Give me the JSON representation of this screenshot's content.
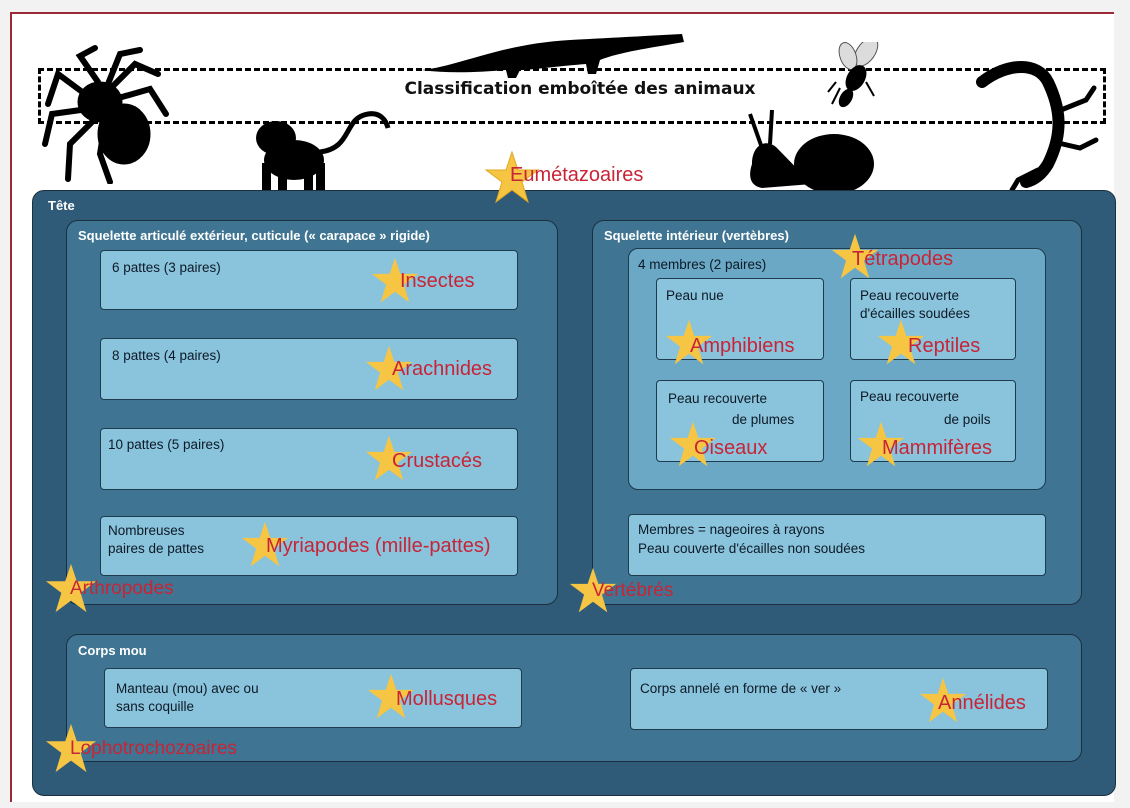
{
  "title": "Classification emboîtée des animaux",
  "groups": {
    "eumetazoaires": "Eumétazoaires",
    "tete": "Tête",
    "corps_mou": "Corps mou"
  },
  "arthropods": {
    "header": "Squelette articulé extérieur, cuticule (« carapace » rigide)",
    "taxon": "Arthropodes",
    "items": [
      {
        "desc": "6 pattes (3 paires)",
        "taxon": "Insectes"
      },
      {
        "desc": "8 pattes (4 paires)",
        "taxon": "Arachnides"
      },
      {
        "desc": "10 pattes (5 paires)",
        "taxon": "Crustacés"
      },
      {
        "desc_line1": "Nombreuses",
        "desc_line2": "paires de pattes",
        "taxon": "Myriapodes (mille-pattes)"
      }
    ]
  },
  "vertebrates": {
    "header": "Squelette intérieur (vertèbres)",
    "taxon": "Vertébrés",
    "tetrapods": {
      "header": "4 membres (2 paires)",
      "taxon": "Tétrapodes",
      "amphibiens": {
        "desc": "Peau nue",
        "taxon": "Amphibiens"
      },
      "reptiles": {
        "desc_line1": "Peau recouverte",
        "desc_line2": "d'écailles soudées",
        "taxon": "Reptiles"
      },
      "oiseaux": {
        "desc_line1": "Peau recouverte",
        "desc_line2": "de plumes",
        "taxon": "Oiseaux"
      },
      "mammiferes": {
        "desc_line1": "Peau recouverte",
        "desc_line2": "de poils",
        "taxon": "Mammifères"
      }
    },
    "fish": {
      "line1": "Membres = nageoires à rayons",
      "line2": "Peau couverte d'écailles non soudées"
    }
  },
  "lophotrochozoaires": {
    "taxon": "Lophotrochozoaires",
    "mollusques": {
      "desc_line1": "Manteau (mou) avec ou",
      "desc_line2": "sans coquille",
      "taxon": "Mollusques"
    },
    "annelides": {
      "desc": "Corps annelé en forme de « ver »",
      "taxon": "Annélides"
    }
  },
  "colors": {
    "star": "#f5c543",
    "taxon_text": "#c72537",
    "outer_box": "#2f5b78",
    "leaf_box": "#8ac3dc"
  },
  "silhouettes": [
    "spider-icon",
    "monkey-icon",
    "crocodile-icon",
    "wasp-icon",
    "snail-icon",
    "lizard-icon"
  ]
}
